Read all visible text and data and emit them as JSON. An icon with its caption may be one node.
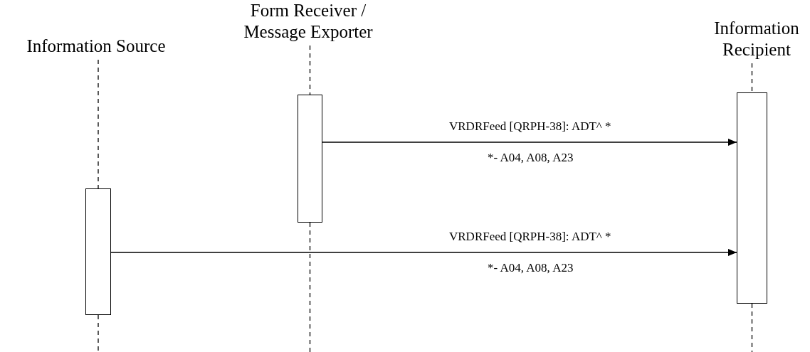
{
  "diagram": {
    "nodes": [
      {
        "text": [
          "Information Source"
        ]
      },
      {
        "text": [
          "Form Receiver / Message Exporter"
        ]
      },
      {
        "text": [
          "Information Recipient"
        ]
      },
      {
        "text": [],
        "shape": "bar"
      },
      {
        "text": [],
        "shape": "bar"
      },
      {
        "text": [],
        "shape": "bar"
      }
    ],
    "edges": [
      {
        "from": 0,
        "to": 3,
        "arrow": "none",
        "style": "dashed"
      },
      {
        "from": 1,
        "to": 4,
        "arrow": "none",
        "style": "dashed"
      },
      {
        "from": 2,
        "to": 5,
        "arrow": "none",
        "style": "dashed"
      },
      {
        "from": 4,
        "to": 5,
        "arrow": "to",
        "label": "VRDRFeed [QRPH-38]: ADT^ *"
      },
      {
        "from": 3,
        "to": 5,
        "arrow": "to",
        "label": "VRDRFeed [QRPH-38]: ADT^ *"
      }
    ],
    "labels": [
      "*- A04, A08, A23",
      "*- A04, A08, A23"
    ]
  }
}
